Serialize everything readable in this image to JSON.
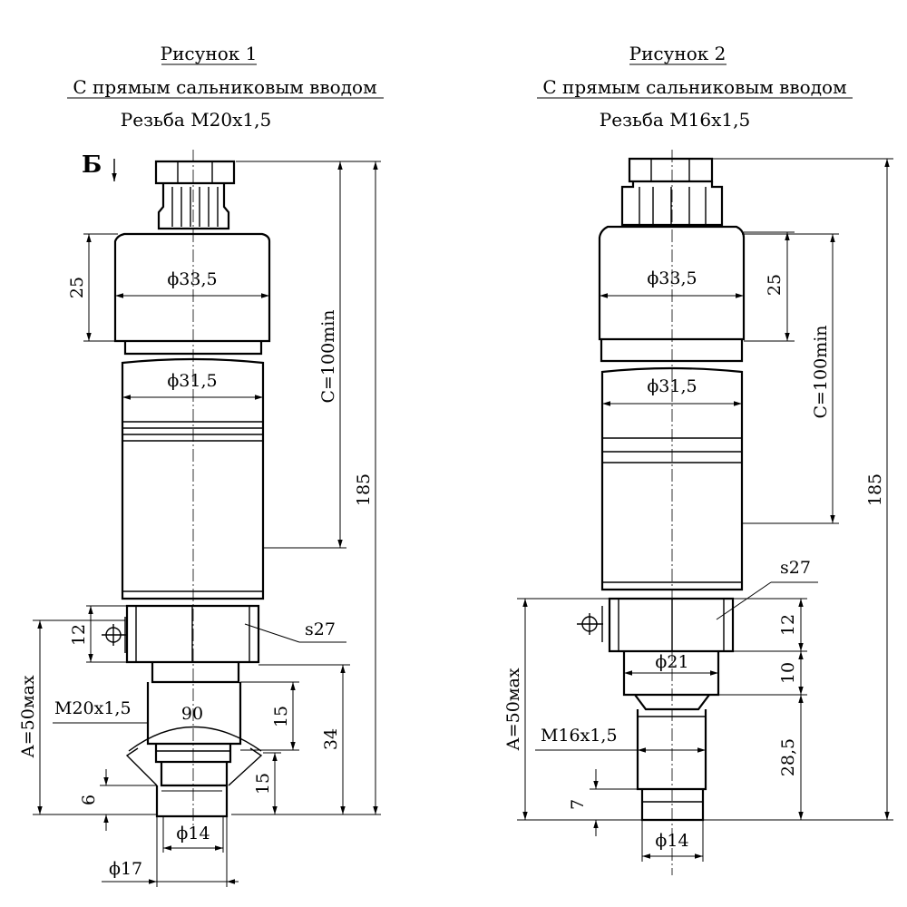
{
  "figure1": {
    "caption": "Рисунок 1",
    "subtitle": "С прямым сальниковым вводом",
    "thread_note": "Резьба М20х1,5",
    "view_label": "Б",
    "dims": {
      "d33": "ϕ33,5",
      "d31": "ϕ31,5",
      "h25": "25",
      "c100": "С=100min",
      "h185": "185",
      "s27": "s27",
      "h12": "12",
      "a50": "А=50мах",
      "thread": "М20х1,5",
      "angle": "90",
      "h15a": "15",
      "h34": "34",
      "h15b": "15",
      "h6": "6",
      "d14": "ϕ14",
      "d17": "ϕ17"
    }
  },
  "figure2": {
    "caption": "Рисунок 2",
    "subtitle": "С прямым сальниковым вводом",
    "thread_note": "Резьба М16х1,5",
    "dims": {
      "d33": "ϕ33,5",
      "d31": "ϕ31,5",
      "h25": "25",
      "c100": "С=100min",
      "h185": "185",
      "s27": "s27",
      "h12": "12",
      "d21": "ϕ21",
      "h10": "10",
      "a50": "А=50мах",
      "thread": "М16х1,5",
      "h28": "28,5",
      "h7": "7",
      "d14": "ϕ14"
    }
  }
}
